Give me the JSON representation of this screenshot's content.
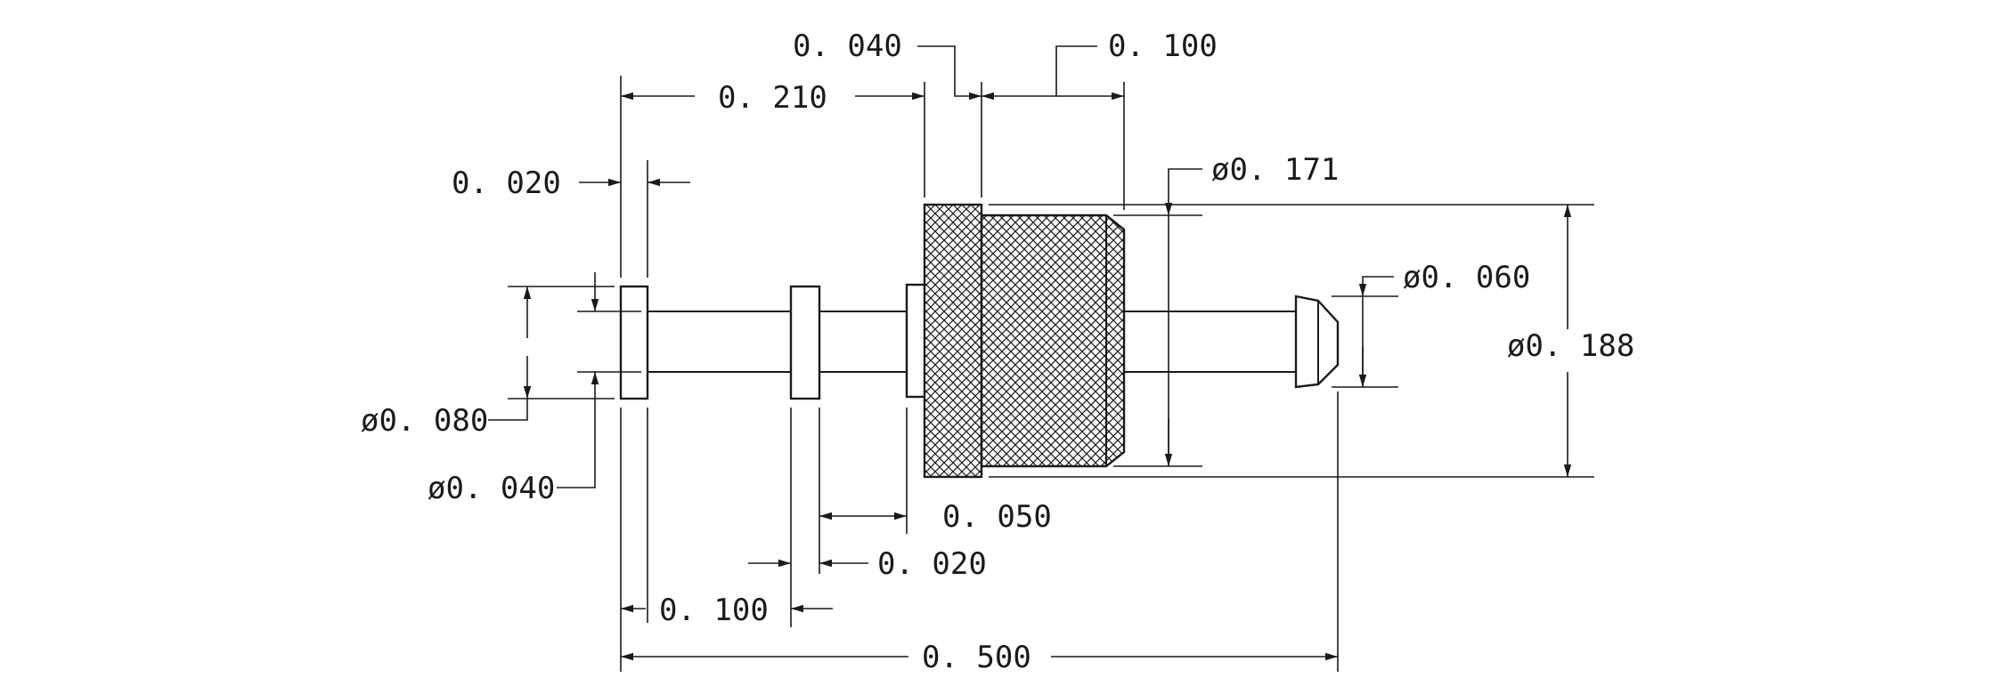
{
  "drawing": {
    "dimensions": {
      "len_0040_top": "0. 040",
      "len_0100_top": "0. 100",
      "len_0210": "0. 210",
      "len_0020_left": "0. 020",
      "dia_0171": "ø0. 171",
      "dia_0060": "ø0. 060",
      "dia_0188": "ø0. 188",
      "dia_0080": "ø0. 080",
      "dia_0040": "ø0. 040",
      "len_0050": "0. 050",
      "len_0020_mid": "0. 020",
      "len_0100_bottom": "0. 100",
      "len_0500": "0. 500"
    },
    "colors": {
      "ink": "#1a1a1a",
      "background": "#ffffff"
    }
  }
}
